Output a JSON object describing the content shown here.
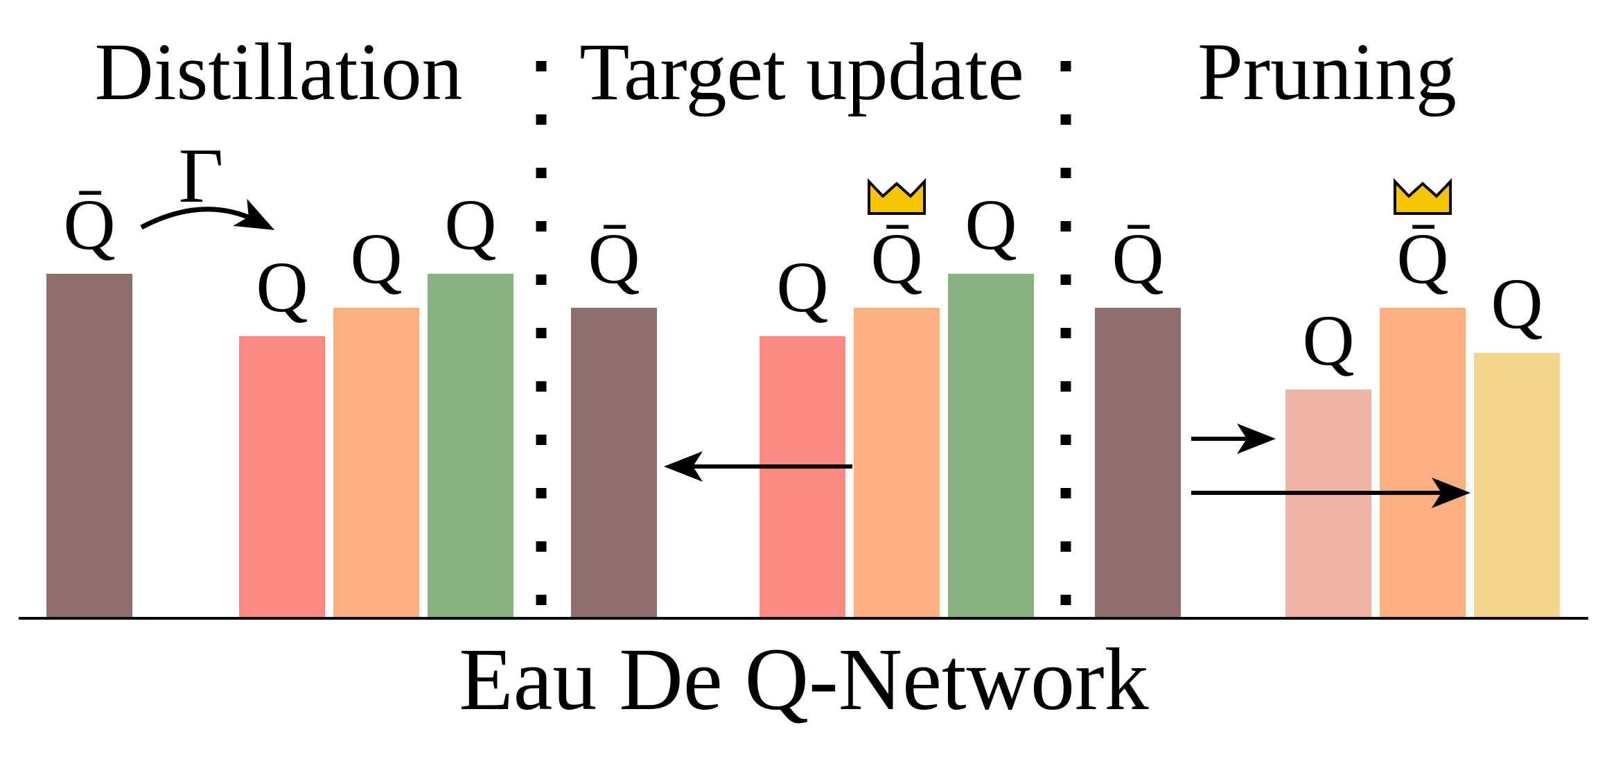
{
  "sections": [
    {
      "title": "Distillation",
      "operator": "Γ",
      "bars": [
        {
          "label": "Q̄",
          "color": "#8f6f6e"
        },
        {
          "label": "Q",
          "color": "#fd8a80"
        },
        {
          "label": "Q",
          "color": "#fdb07f"
        },
        {
          "label": "Q",
          "color": "#88b280"
        }
      ]
    },
    {
      "title": "Target update",
      "bars": [
        {
          "label": "Q̄",
          "color": "#8f6f6e"
        },
        {
          "label": "Q",
          "color": "#fd8a80"
        },
        {
          "label": "Q̄",
          "color": "#fdb07f",
          "icon": "crown-icon"
        },
        {
          "label": "Q",
          "color": "#88b280"
        }
      ]
    },
    {
      "title": "Pruning",
      "bars": [
        {
          "label": "Q̄",
          "color": "#8f6f6e"
        },
        {
          "label": "Q",
          "color": "#efb3a3"
        },
        {
          "label": "Q̄",
          "color": "#fdb07f",
          "icon": "crown-icon"
        },
        {
          "label": "Q",
          "color": "#f5d48b"
        }
      ]
    }
  ],
  "caption": "Eau De Q-Network",
  "colors": {
    "crown": "#f6c400",
    "ink": "#000000",
    "background": "#ffffff"
  }
}
